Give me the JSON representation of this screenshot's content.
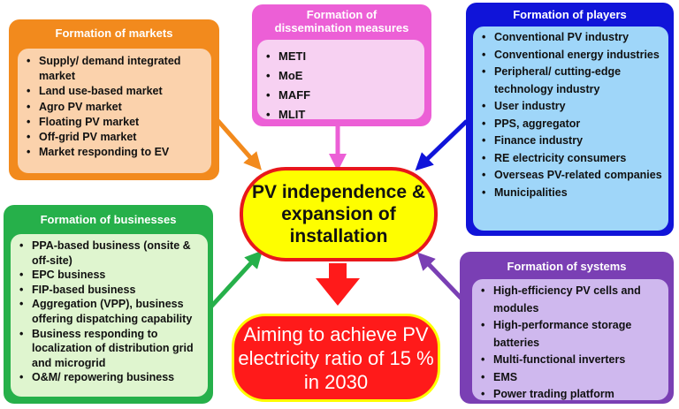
{
  "markets": {
    "title": "Formation of markets",
    "items": [
      "Supply/ demand integrated market",
      "Land use-based market",
      "Agro PV market",
      "Floating PV market",
      "Off-grid PV market",
      "Market responding to EV"
    ]
  },
  "dissemination": {
    "title_line1": "Formation of",
    "title_line2": "dissemination measures",
    "items": [
      "METI",
      "MoE",
      "MAFF",
      "MLIT"
    ]
  },
  "players": {
    "title": "Formation of players",
    "items": [
      "Conventional PV industry",
      "Conventional energy industries",
      "Peripheral/ cutting-edge technology industry",
      "User industry",
      "PPS, aggregator",
      "Finance industry",
      "RE electricity consumers",
      "Overseas PV-related companies",
      "Municipalities"
    ]
  },
  "businesses": {
    "title": "Formation of businesses",
    "items": [
      "PPA-based business (onsite & off-site)",
      "EPC business",
      "FIP-based business",
      "Aggregation (VPP), business offering dispatching capability",
      "Business responding to localization of distribution grid and microgrid",
      "O&M/ repowering business"
    ]
  },
  "systems": {
    "title": "Formation of systems",
    "items": [
      "High-efficiency PV cells and modules",
      "High-performance storage batteries",
      "Multi-functional inverters",
      "EMS",
      "Power trading platform"
    ]
  },
  "center": {
    "text": "PV independence & expansion of installation"
  },
  "goal": {
    "text": "Aiming to achieve PV electricity ratio of 15 % in 2030"
  },
  "colors": {
    "markets": "#f28a1d",
    "dissemination": "#ec5fd6",
    "players": "#1014d9",
    "businesses": "#26b04a",
    "systems": "#7a3fb4",
    "goal_arrow": "#ff1a1a"
  }
}
